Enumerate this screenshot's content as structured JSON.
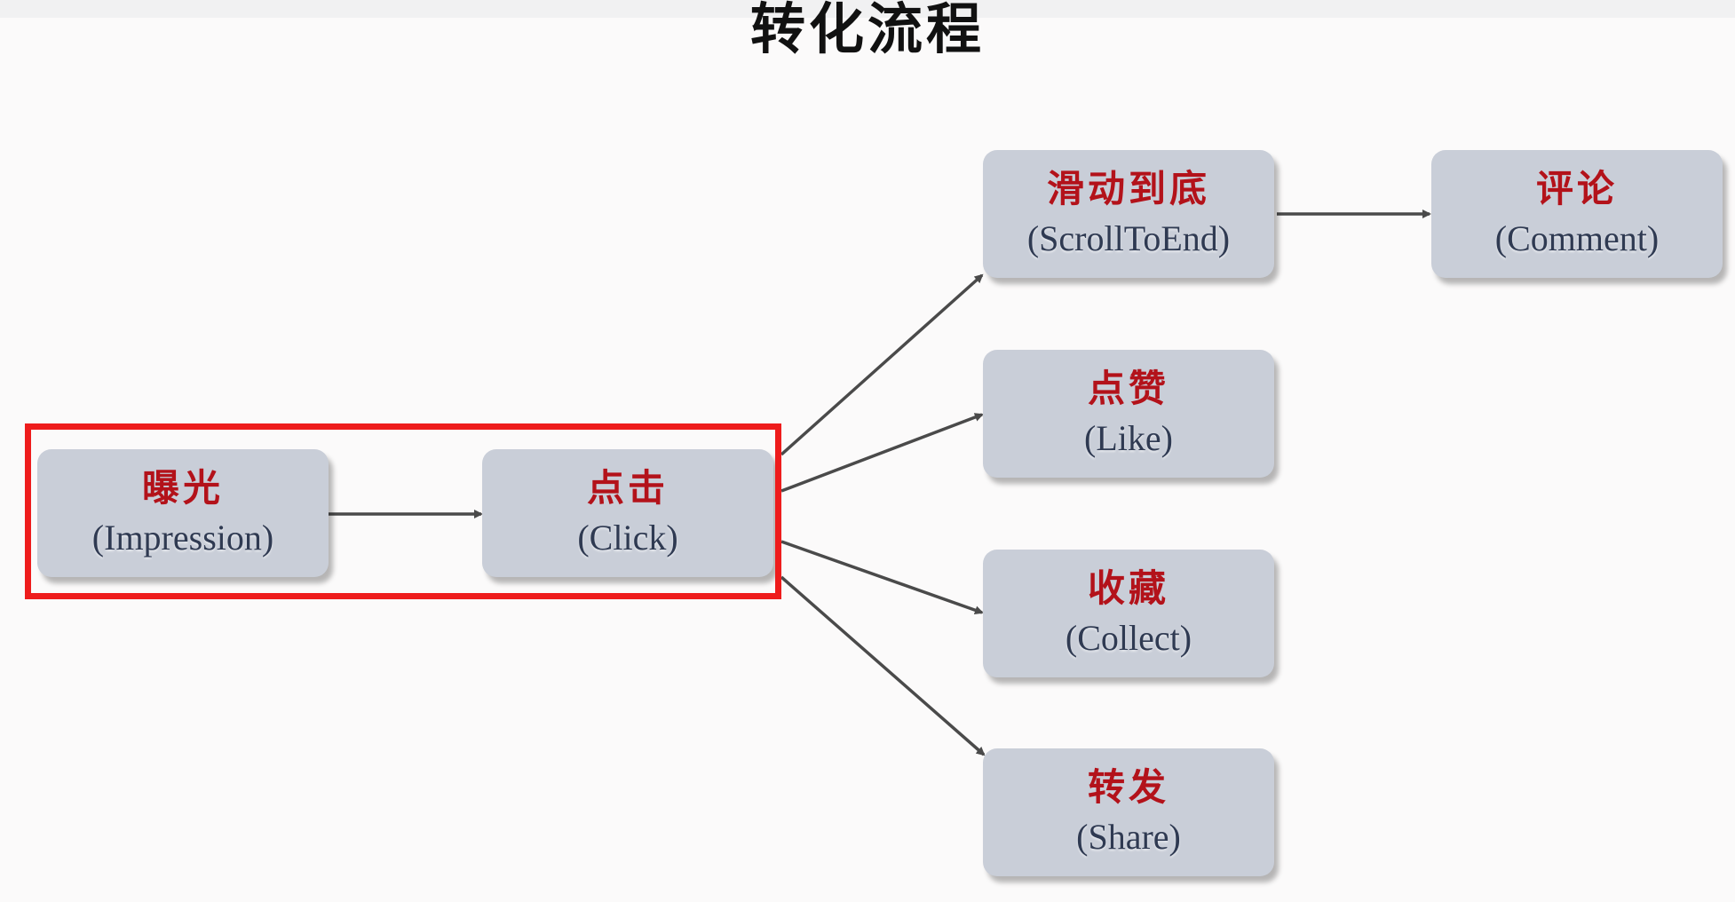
{
  "title": "转化流程",
  "nodes": {
    "impression": {
      "cn": "曝光",
      "en": "(Impression)"
    },
    "click": {
      "cn": "点击",
      "en": "(Click)"
    },
    "scroll": {
      "cn": "滑动到底",
      "en": "(ScrollToEnd)"
    },
    "comment": {
      "cn": "评论",
      "en": "(Comment)"
    },
    "like": {
      "cn": "点赞",
      "en": "(Like)"
    },
    "collect": {
      "cn": "收藏",
      "en": "(Collect)"
    },
    "share": {
      "cn": "转发",
      "en": "(Share)"
    }
  },
  "edges": [
    [
      "impression",
      "click"
    ],
    [
      "click",
      "scroll"
    ],
    [
      "click",
      "like"
    ],
    [
      "click",
      "collect"
    ],
    [
      "click",
      "share"
    ],
    [
      "scroll",
      "comment"
    ]
  ],
  "colors": {
    "node_fill": "#c9ced8",
    "cn_text": "#b3121a",
    "en_text": "#2f3a52",
    "arrow": "#4a4a4a",
    "highlight": "#ee1c1c"
  }
}
